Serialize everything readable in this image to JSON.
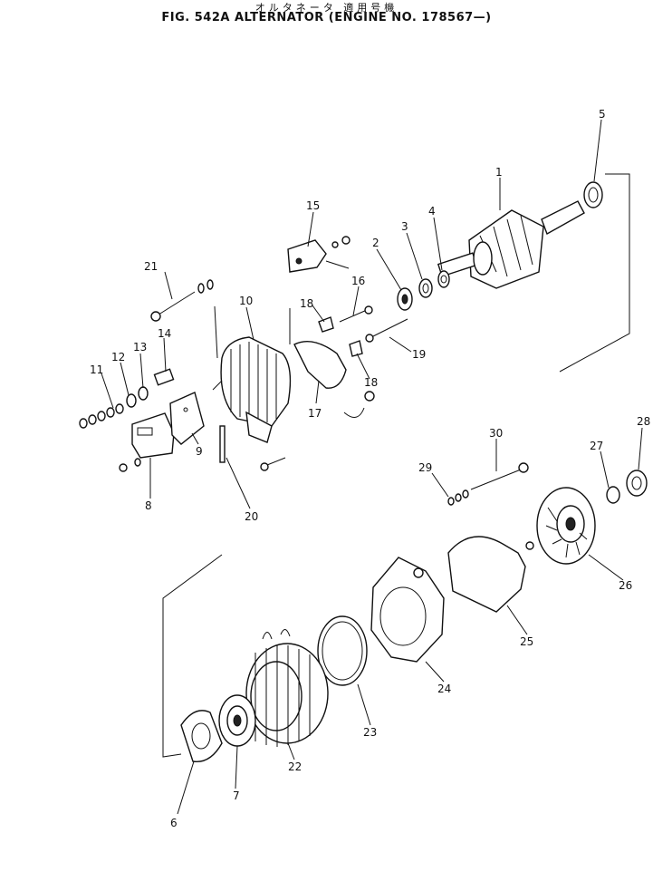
{
  "header": {
    "japanese_title": "オルタネータ 適用号機",
    "title": "FIG. 542A  ALTERNATOR (ENGINE NO. 178567—)"
  },
  "callouts": [
    "1",
    "2",
    "3",
    "4",
    "5",
    "6",
    "7",
    "8",
    "9",
    "10",
    "11",
    "12",
    "13",
    "14",
    "15",
    "16",
    "17",
    "18",
    "18",
    "19",
    "20",
    "21",
    "22",
    "23",
    "24",
    "25",
    "26",
    "27",
    "28",
    "29",
    "30"
  ]
}
